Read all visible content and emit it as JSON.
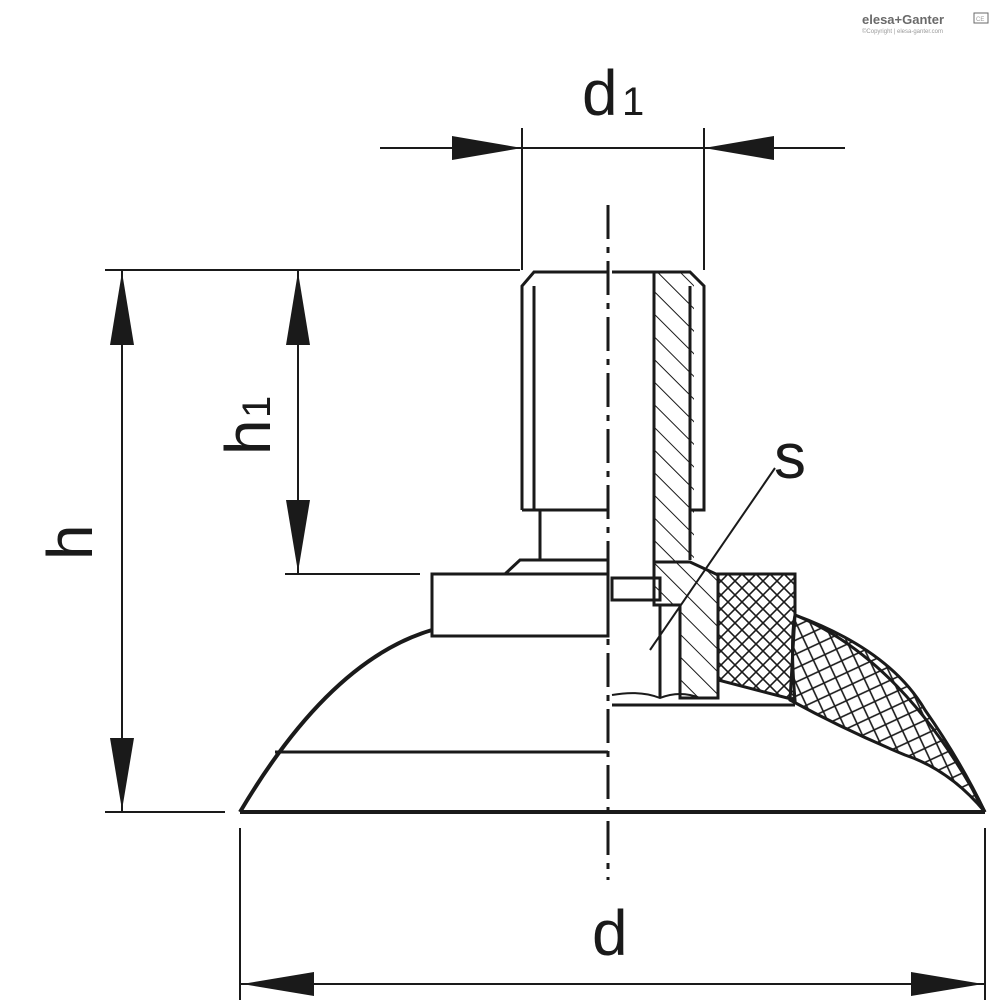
{
  "brand": {
    "name": "elesa+Ganter",
    "copyright": "©Copyright | elesa-ganter.com",
    "mark": "CE"
  },
  "labels": {
    "d": "d",
    "d1_main": "d",
    "d1_sub": "1",
    "h": "h",
    "h1_main": "h",
    "h1_sub": "1",
    "s": "s"
  },
  "colors": {
    "line": "#1a1a1a",
    "background": "#ffffff",
    "brand": "#6a6a6a"
  }
}
